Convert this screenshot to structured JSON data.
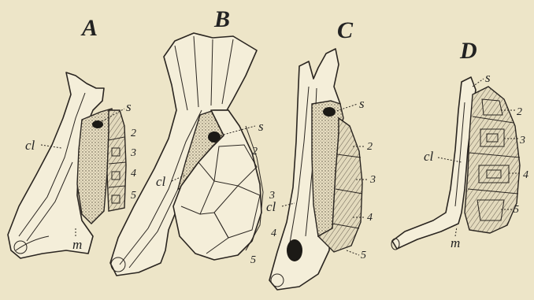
{
  "panels": [
    {
      "letter": "A",
      "labels": {
        "s": "s",
        "cl": "cl",
        "m": "m"
      },
      "numbers": [
        "2",
        "3",
        "4",
        "5"
      ]
    },
    {
      "letter": "B",
      "labels": {
        "s": "s",
        "cl": "cl"
      },
      "numbers": [
        "2",
        "3",
        "4",
        "5"
      ]
    },
    {
      "letter": "C",
      "labels": {
        "s": "s",
        "cl": "cl"
      },
      "numbers": [
        "2",
        "3",
        "4",
        "5"
      ]
    },
    {
      "letter": "D",
      "labels": {
        "s": "s",
        "cl": "cl",
        "m": "m"
      },
      "numbers": [
        "2",
        "3",
        "4",
        "5"
      ]
    }
  ]
}
